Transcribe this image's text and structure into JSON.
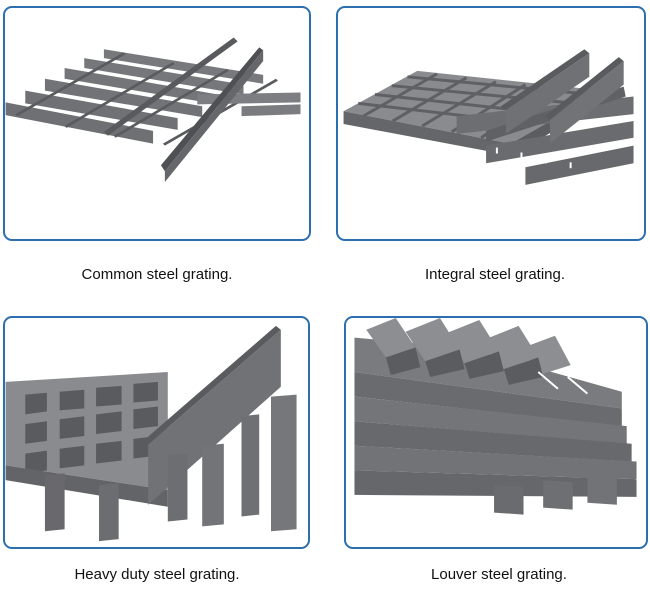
{
  "colors": {
    "card_border": "#2d6fae",
    "steel_light": "#8a8b8f",
    "steel_mid": "#6f7074",
    "steel_dark": "#555659"
  },
  "panels": [
    {
      "caption": "Common steel grating."
    },
    {
      "caption": "Integral steel grating."
    },
    {
      "caption": "Heavy duty steel grating."
    },
    {
      "caption": "Louver steel grating."
    }
  ]
}
